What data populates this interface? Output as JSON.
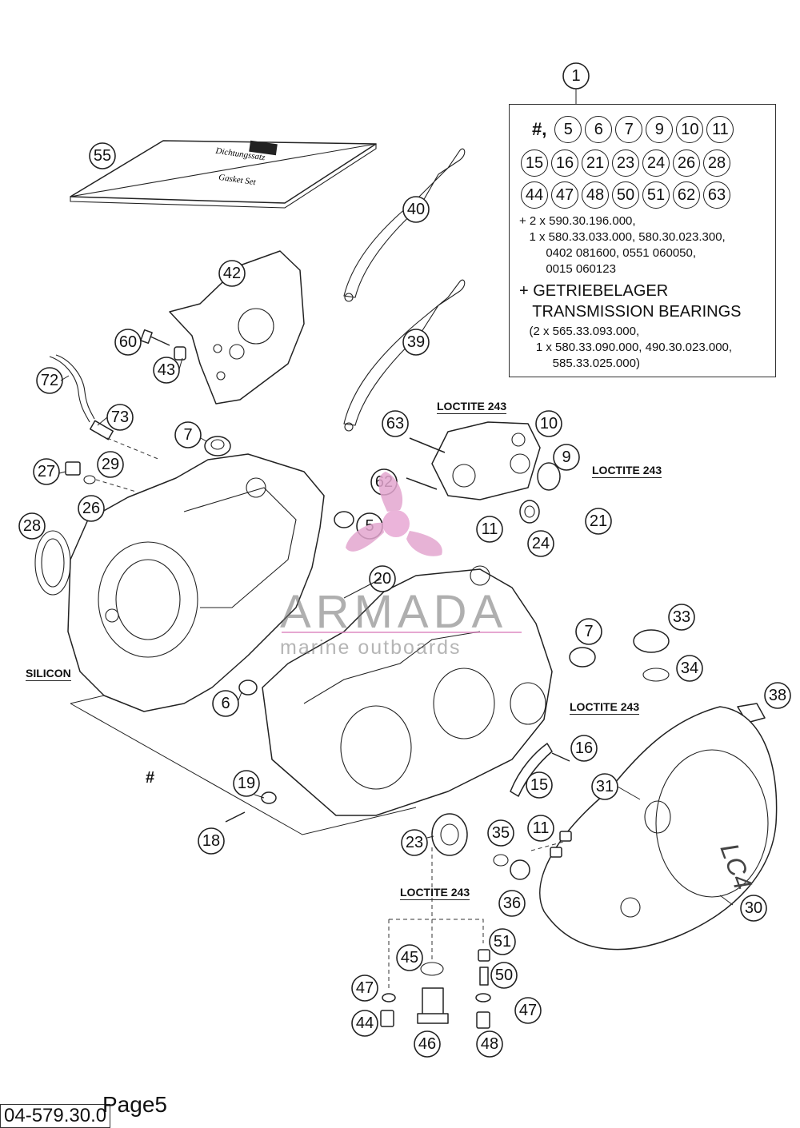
{
  "kit": {
    "callout": "1",
    "row1_prefix": "#,",
    "row1": [
      "5",
      "6",
      "7",
      "9",
      "10",
      "11"
    ],
    "row2": [
      "15",
      "16",
      "21",
      "23",
      "24",
      "26",
      "28"
    ],
    "row3": [
      "44",
      "47",
      "48",
      "50",
      "51",
      "62",
      "63"
    ],
    "line1": "+ 2 x 590.30.196.000,",
    "line2": "   1 x 580.33.033.000, 580.30.023.300,",
    "line3": "        0402 081600, 0551 060050,",
    "line4": "        0015 060123",
    "line5": "+ GETRIEBELAGER",
    "line6": "   TRANSMISSION BEARINGS",
    "line7": "   (2 x 565.33.093.000,",
    "line8": "     1 x 580.33.090.000, 490.30.023.000,",
    "line9": "          585.33.025.000)"
  },
  "gasket_set": {
    "text1": "Dichtungssatz",
    "text2": "Gasket Set"
  },
  "cover_mark": "LC4",
  "labels": {
    "loctite_1": "LOCTITE 243",
    "loctite_2": "LOCTITE 243",
    "loctite_3": "LOCTITE 243",
    "loctite_4": "LOCTITE 243",
    "silicon": "SILICON",
    "hash": "#"
  },
  "callouts": [
    "55",
    "40",
    "42",
    "39",
    "60",
    "43",
    "72",
    "73",
    "7",
    "63",
    "10",
    "9",
    "27",
    "29",
    "26",
    "62",
    "28",
    "5",
    "11",
    "21",
    "24",
    "20",
    "33",
    "7",
    "34",
    "6",
    "38",
    "16",
    "15",
    "31",
    "19",
    "18",
    "23",
    "35",
    "11",
    "36",
    "30",
    "45",
    "51",
    "47",
    "50",
    "47",
    "44",
    "46",
    "48"
  ],
  "watermark": {
    "brand": "ARMADA",
    "tagline": "marine outboards",
    "accent_color": "#e3a6cf"
  },
  "footer": {
    "code": "04-579.30.0",
    "page": "Page5"
  }
}
